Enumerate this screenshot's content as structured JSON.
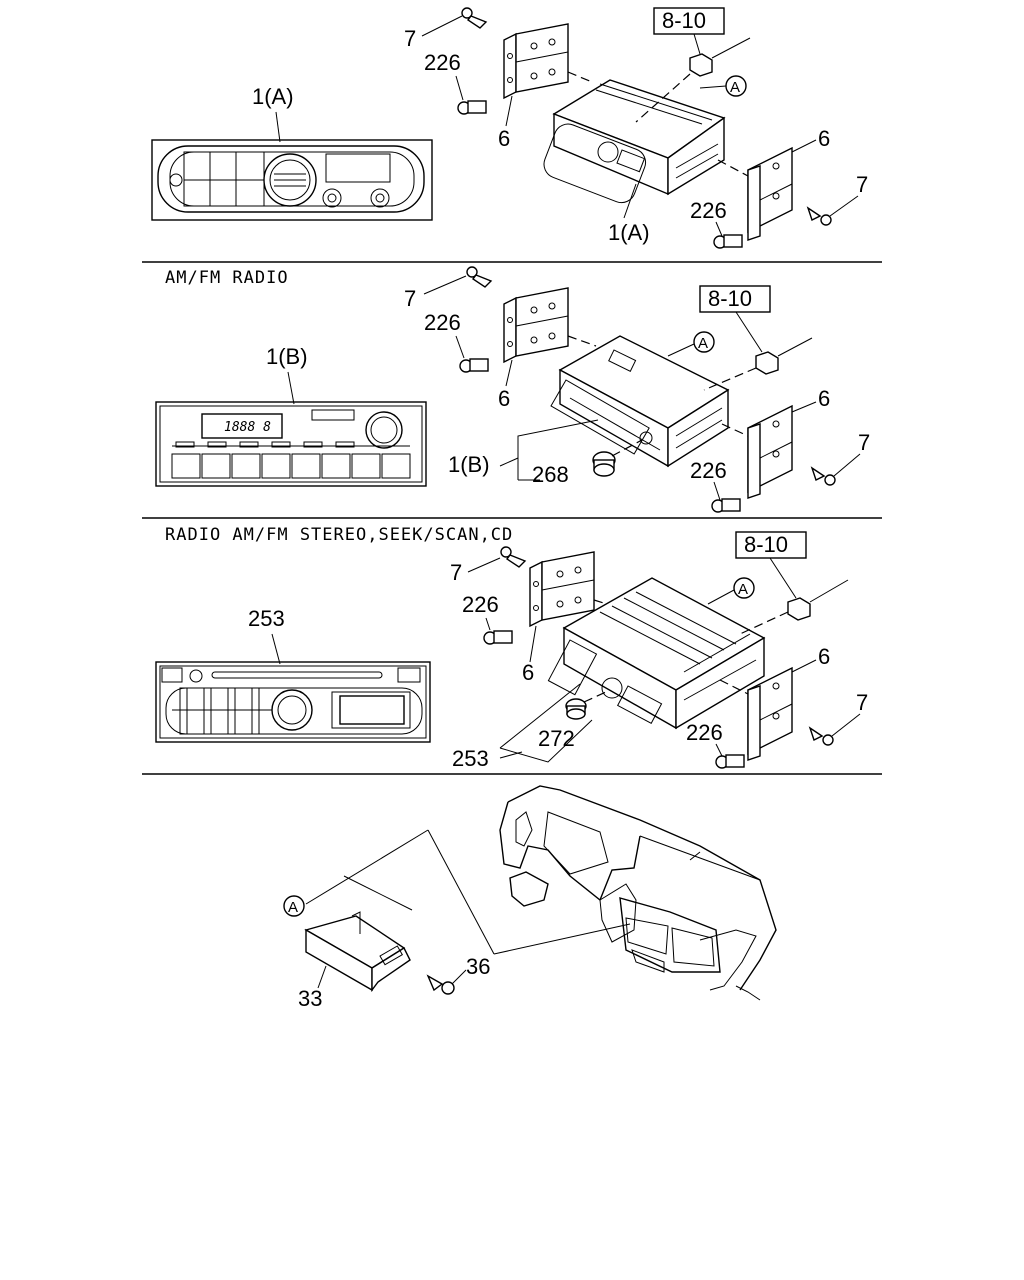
{
  "sections": [
    {
      "caption": "",
      "front_label": "1(A)",
      "unit_label": "1(A)",
      "ref_box": "8-10"
    },
    {
      "caption": "AM/FM RADIO",
      "front_label": "1(B)",
      "unit_label": "1(B)",
      "ref_box": "8-10",
      "display_text": "1888 8",
      "knob_label": "268"
    },
    {
      "caption": "RADIO AM/FM STEREO,SEEK/SCAN,CD",
      "front_label": "253",
      "unit_label": "253",
      "ref_box": "8-10",
      "knob_label": "272"
    }
  ],
  "common": {
    "screw": "7",
    "bolt": "226",
    "bracket": "6",
    "connector_tag": "A"
  },
  "dash": {
    "pocket": "33",
    "screw": "36",
    "connector_tag": "A"
  }
}
